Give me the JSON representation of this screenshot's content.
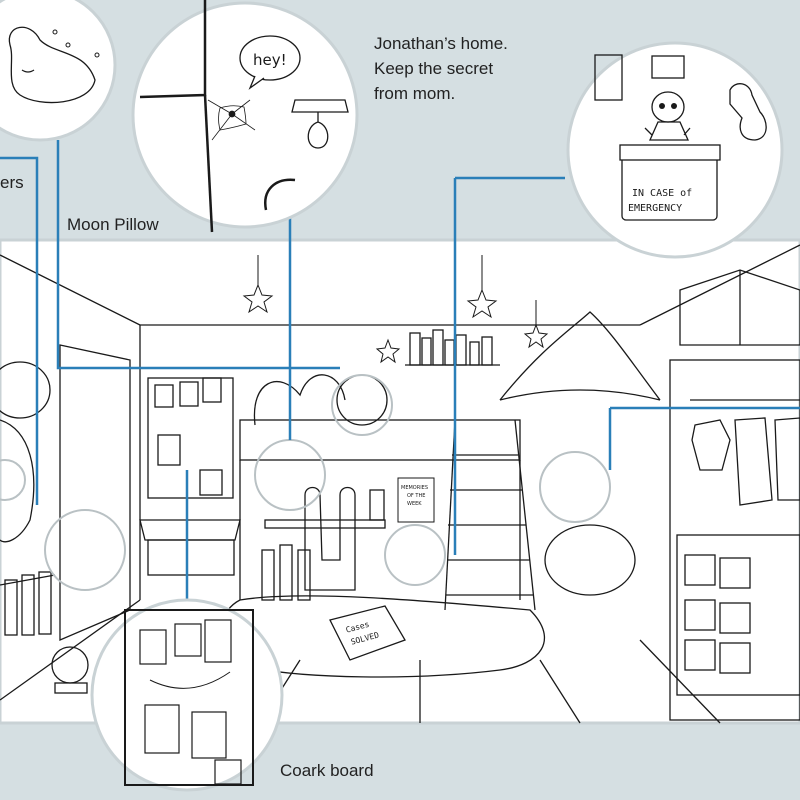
{
  "annotation": {
    "lines": [
      "Jonathan’s home.",
      "Keep the secret",
      "from mom."
    ]
  },
  "labels": {
    "left_partial": "ers",
    "moon_pillow": "Moon Pillow",
    "cork_board": "Coark board"
  },
  "scene_text": {
    "speech": "hey!",
    "box_line1": "IN CASE of",
    "box_line2": "EMERGENCY",
    "book_line1": "Cases",
    "book_line2": "SOLVED",
    "note_line1": "MEMORIES",
    "note_line2": "OF THE",
    "note_line3": "WEEK"
  },
  "colors": {
    "background": "#d5dfe2",
    "callout_line": "#2a7fb8",
    "ink": "#1a1a1a",
    "paper": "#ffffff"
  }
}
